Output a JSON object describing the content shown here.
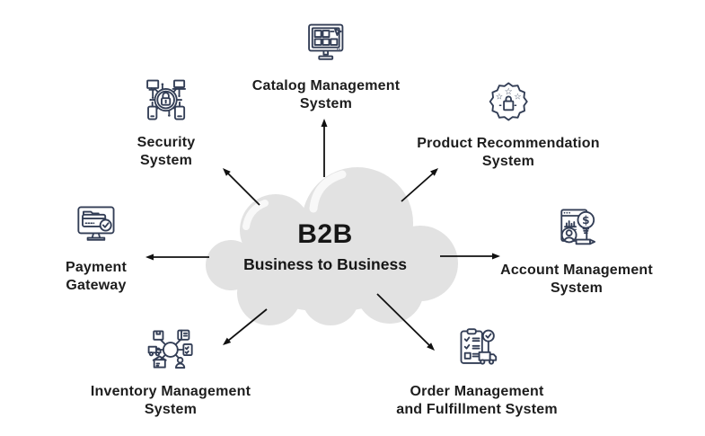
{
  "diagram": {
    "title": "B2B",
    "subtitle": "Business to Business"
  },
  "nodes": {
    "catalog": {
      "line1": "Catalog Management",
      "line2": "System",
      "icon": "catalog-monitor-icon"
    },
    "security": {
      "line1": "Security",
      "line2": "System",
      "icon": "network-lock-icon"
    },
    "product": {
      "line1": "Product Recommendation",
      "line2": "System",
      "icon": "badge-stars-shopping-bag-icon"
    },
    "payment": {
      "line1": "Payment",
      "line2": "Gateway",
      "icon": "monitor-credit-card-check-icon"
    },
    "account": {
      "line1": "Account Management",
      "line2": "System",
      "icon": "report-bulb-user-pencil-icon"
    },
    "inventory": {
      "line1": "Inventory Management",
      "line2": "System",
      "icon": "supply-chain-hub-icon"
    },
    "order": {
      "line1": "Order Management",
      "line2": "and Fulfillment System",
      "icon": "clipboard-checklist-truck-icon"
    }
  },
  "colors": {
    "background": "#ffffff",
    "cloud_fill": "#e2e2e2",
    "cloud_highlight": "#f8f8f8",
    "icon_stroke": "#333e56",
    "label_text": "#1d1d1d",
    "arrow": "#111111"
  }
}
